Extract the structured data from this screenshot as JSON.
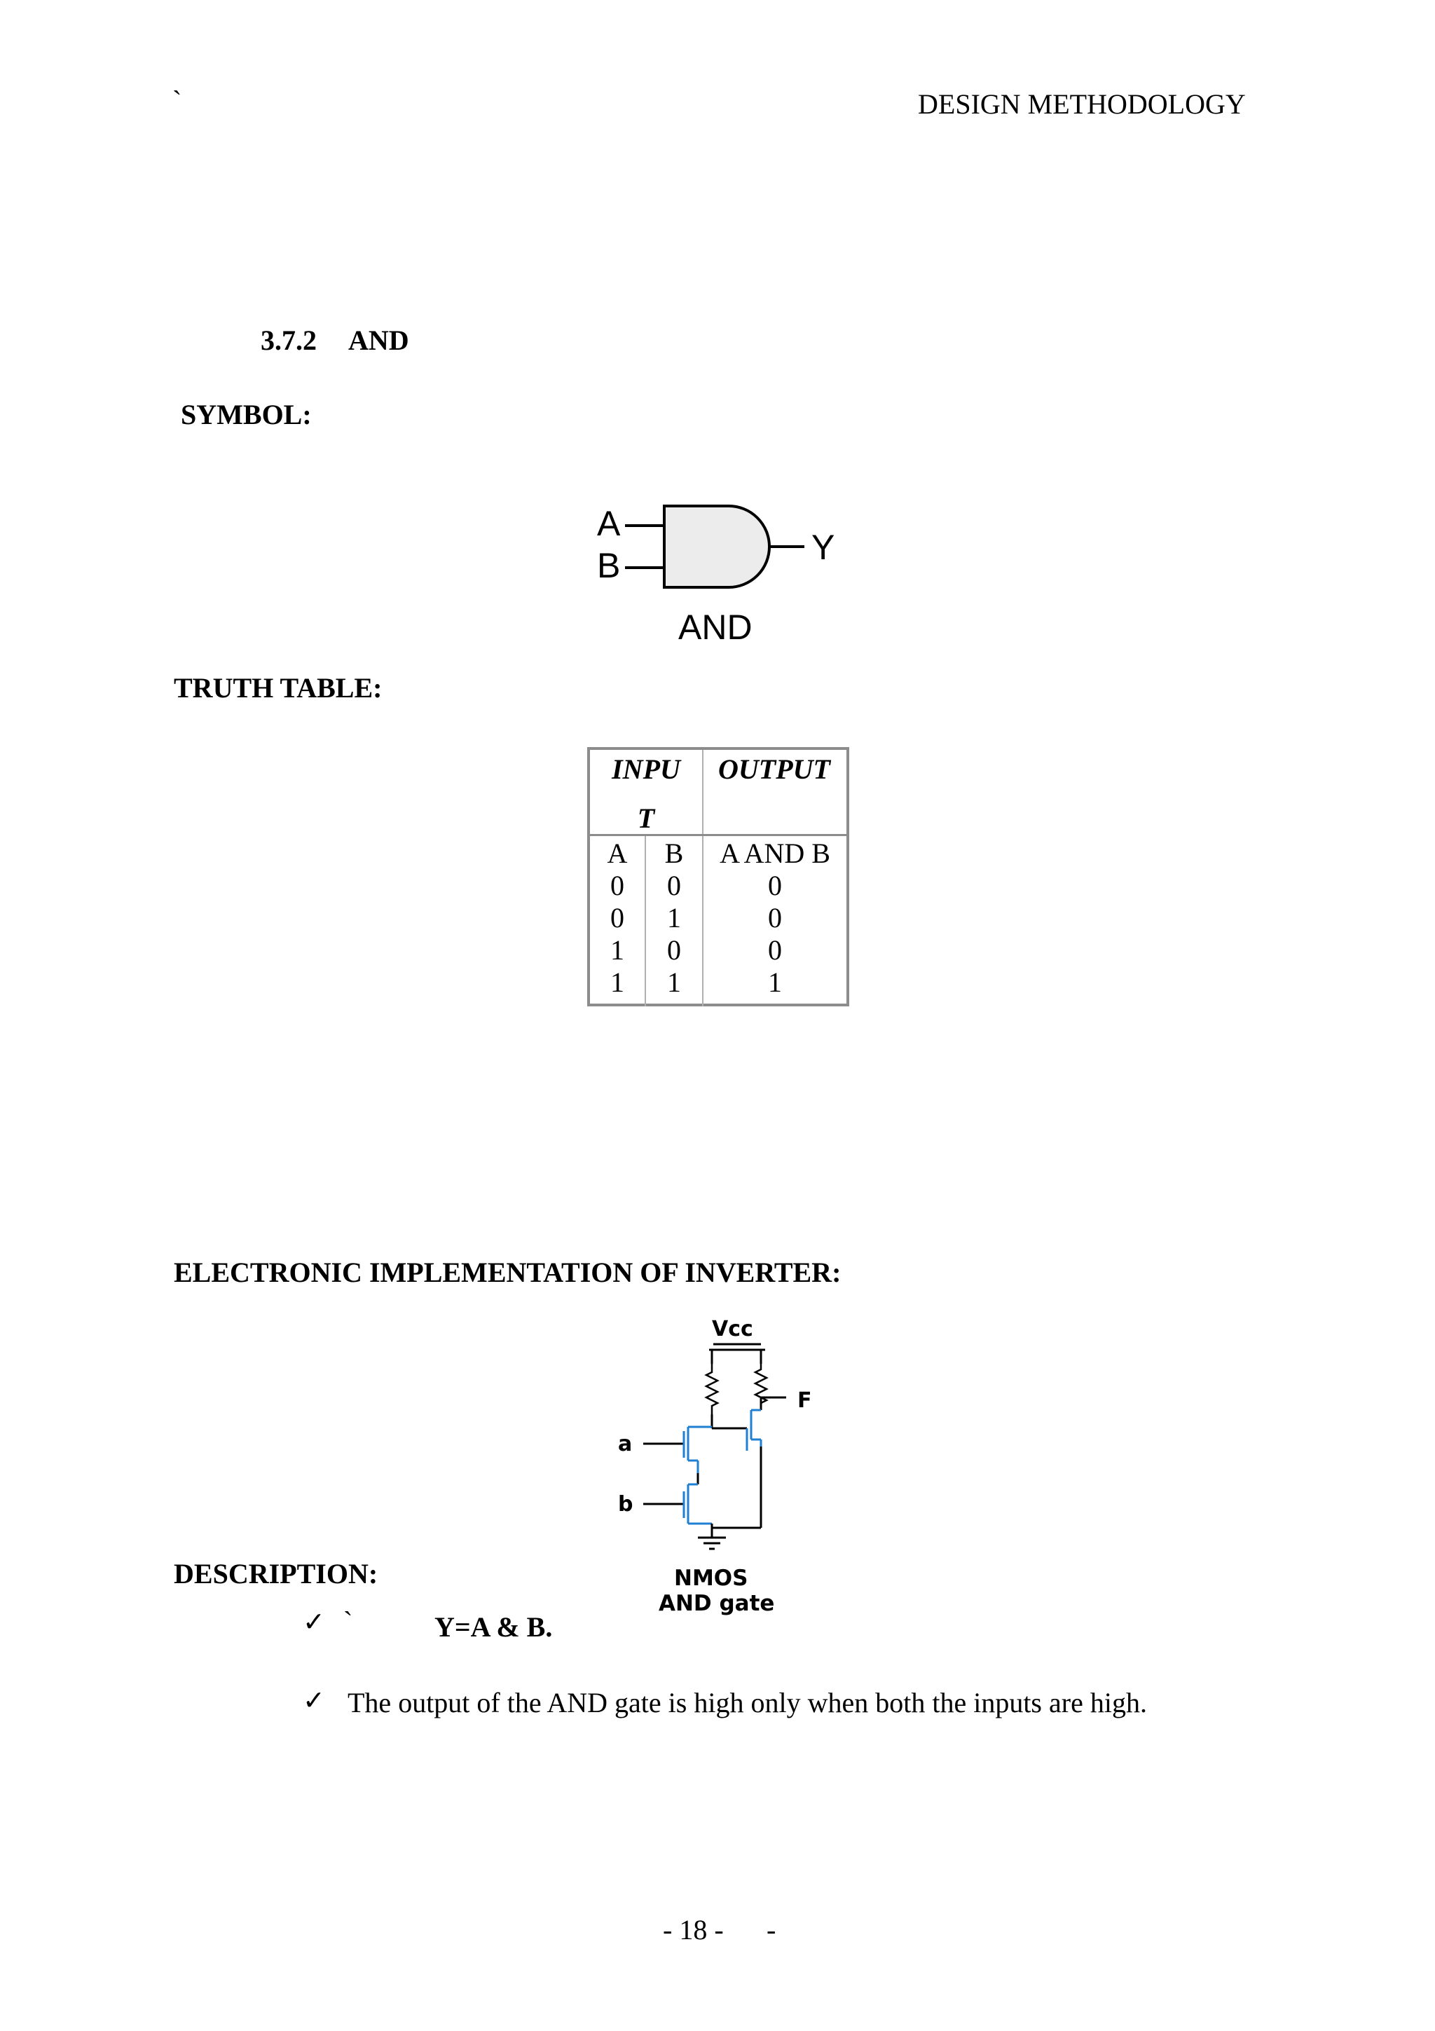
{
  "header": {
    "tick": "`",
    "title": "DESIGN METHODOLOGY"
  },
  "section": {
    "number": "3.7.2",
    "title": "AND"
  },
  "symbol": {
    "heading": "SYMBOL:",
    "input_a": "A",
    "input_b": "B",
    "output_y": "Y",
    "caption": "AND"
  },
  "truth_table": {
    "heading": "TRUTH TABLE:",
    "input_header_1": "INPU",
    "input_header_2": "T",
    "output_header": "OUTPUT",
    "col_a": "A",
    "col_b": "B",
    "col_out": "A AND B",
    "rows": [
      {
        "a": "0",
        "b": "0",
        "out": "0"
      },
      {
        "a": "0",
        "b": "1",
        "out": "0"
      },
      {
        "a": "1",
        "b": "0",
        "out": "0"
      },
      {
        "a": "1",
        "b": "1",
        "out": "1"
      }
    ]
  },
  "electronic": {
    "heading": "ELECTRONIC IMPLEMENTATION OF INVERTER:",
    "vcc": "Vcc",
    "out_f": "F",
    "in_a": "a",
    "in_b": "b",
    "caption_1": "NMOS",
    "caption_2": "AND gate"
  },
  "description": {
    "heading": "DESCRIPTION:",
    "bullet_1_tick": "`",
    "bullet_1": "Y=A & B.",
    "bullet_2": "The output of the AND gate is high only when both the inputs are high."
  },
  "footer": {
    "page_number": "- 18 -",
    "dash": "-"
  },
  "colors": {
    "transistor": "#1f7fd0",
    "gate_fill": "#ececec",
    "table_border": "#8c8c8c"
  }
}
